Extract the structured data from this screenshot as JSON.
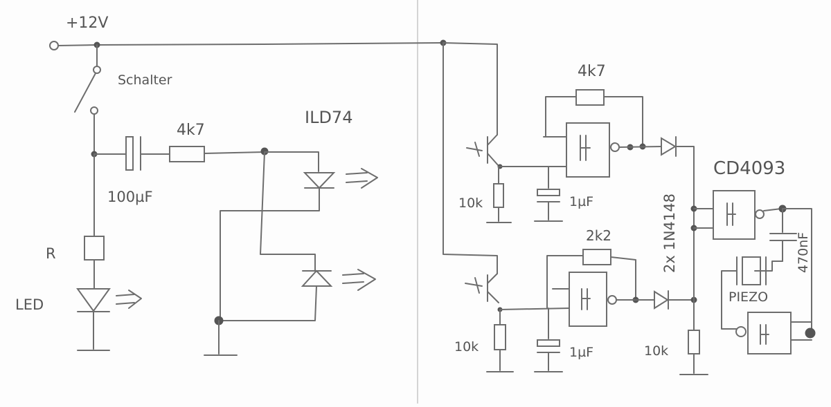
{
  "labels": {
    "supply": "+12V",
    "switch": "Schalter",
    "cap_in": "100µF",
    "res_in": "4k7",
    "optocoupler": "ILD74",
    "res_led": "R",
    "led": "LED",
    "res_fb_top": "4k7",
    "res_fb_bottom": "2k2",
    "res_pull_top": "10k",
    "res_pull_bottom": "10k",
    "cap_top": "1µF",
    "cap_bottom": "1µF",
    "diodes": "2x 1N4148",
    "res_merge": "10k",
    "ic": "CD4093",
    "cap_osc": "470nF",
    "piezo": "PIEZO"
  },
  "colors": {
    "ink": "#6d6d6d",
    "paper": "#fdfdfd",
    "fold": "#b9b9b9"
  }
}
